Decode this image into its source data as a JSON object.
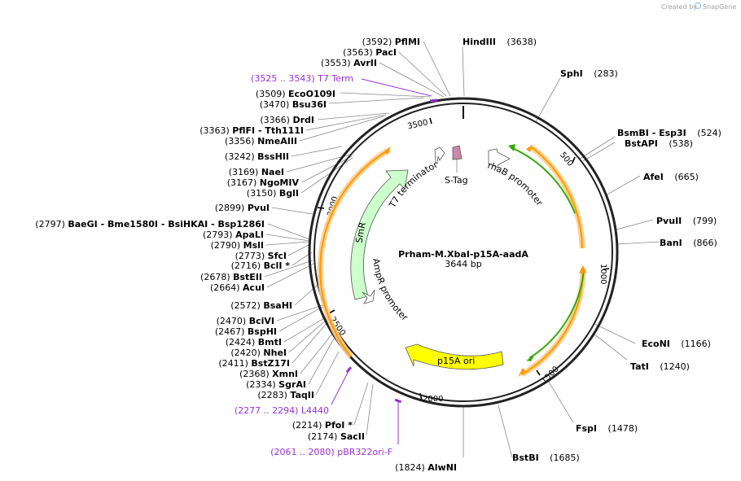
{
  "branding": {
    "created_by": "Created by",
    "app": "SnapGene"
  },
  "plasmid": {
    "name": "Prham-M.XbaI-p15A-aadA",
    "length": "3644 bp"
  },
  "ticks": [
    "500",
    "1000",
    "1500",
    "2000",
    "2500",
    "3000",
    "3500"
  ],
  "sites": [
    {
      "pos": "(3592)",
      "name": "PflMI"
    },
    {
      "pos": "(3563)",
      "name": "PacI"
    },
    {
      "pos": "(3553)",
      "name": "AvrII"
    },
    {
      "pos": "(3509)",
      "name": "EcoO109I"
    },
    {
      "pos": "(3470)",
      "name": "Bsu36I"
    },
    {
      "pos": "(3366)",
      "name": "DrdI"
    },
    {
      "pos": "(3363)",
      "name": "PflFI - Tth111I"
    },
    {
      "pos": "(3356)",
      "name": "NmeAIII"
    },
    {
      "pos": "(3242)",
      "name": "BssHII"
    },
    {
      "pos": "(3169)",
      "name": "NaeI"
    },
    {
      "pos": "(3167)",
      "name": "NgoMIV"
    },
    {
      "pos": "(3150)",
      "name": "BglI"
    },
    {
      "pos": "(2899)",
      "name": "PvuI"
    },
    {
      "pos": "(2797)",
      "name": "BaeGI - Bme1580I - BsiHKAI - Bsp1286I"
    },
    {
      "pos": "(2793)",
      "name": "ApaLI"
    },
    {
      "pos": "(2790)",
      "name": "MslI"
    },
    {
      "pos": "(2773)",
      "name": "SfcI"
    },
    {
      "pos": "(2716)",
      "name": "BclI *"
    },
    {
      "pos": "(2678)",
      "name": "BstEII"
    },
    {
      "pos": "(2664)",
      "name": "AcuI"
    },
    {
      "pos": "(2572)",
      "name": "BsaHI"
    },
    {
      "pos": "(2470)",
      "name": "BciVI"
    },
    {
      "pos": "(2467)",
      "name": "BspHI"
    },
    {
      "pos": "(2424)",
      "name": "BmtI"
    },
    {
      "pos": "(2420)",
      "name": "NheI"
    },
    {
      "pos": "(2411)",
      "name": "BstZ17I"
    },
    {
      "pos": "(2368)",
      "name": "XmnI"
    },
    {
      "pos": "(2334)",
      "name": "SgrAI"
    },
    {
      "pos": "(2283)",
      "name": "TaqII"
    },
    {
      "pos": "(2214)",
      "name": "PfoI *"
    },
    {
      "pos": "(2174)",
      "name": "SacII"
    },
    {
      "pos": "(1824)",
      "name": "AlwNI"
    },
    {
      "pos": "(1685)",
      "name": "BstBI"
    },
    {
      "pos": "(1478)",
      "name": "FspI"
    },
    {
      "pos": "(1240)",
      "name": "TatI"
    },
    {
      "pos": "(1166)",
      "name": "EcoNI"
    },
    {
      "pos": "(866)",
      "name": "BanI"
    },
    {
      "pos": "(799)",
      "name": "PvuII"
    },
    {
      "pos": "(665)",
      "name": "AfeI"
    },
    {
      "pos": "(538)",
      "name": "BstAPI"
    },
    {
      "pos": "(524)",
      "name": "BsmBI - Esp3I"
    },
    {
      "pos": "(283)",
      "name": "SphI"
    },
    {
      "pos": "(3638)",
      "name": "HindIII"
    }
  ],
  "primers": [
    {
      "range": "(3525 .. 3543)",
      "name": "T7 Term"
    },
    {
      "range": "(2277 .. 2294)",
      "name": "L4440"
    },
    {
      "range": "(2061 .. 2080)",
      "name": "pBR322ori-F"
    }
  ],
  "features": [
    {
      "name": "S-Tag",
      "color": "#cc88aa"
    },
    {
      "name": "rhaB promoter",
      "color": "#ffffff"
    },
    {
      "name": "T7 terminator",
      "color": "#ffffff"
    },
    {
      "name": "SmR",
      "color": "#ccffcc"
    },
    {
      "name": "AmpR promoter",
      "color": "#ffffff"
    },
    {
      "name": "p15A ori",
      "color": "#ffff00"
    }
  ],
  "colors": {
    "orf_orange": "#ff9900",
    "orf_green": "#33aa00",
    "primer": "#9933cc",
    "ring": "#222222"
  }
}
